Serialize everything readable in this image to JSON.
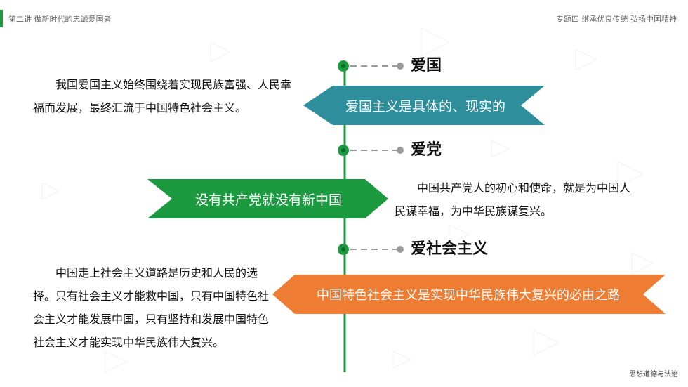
{
  "header": {
    "left_title": "第二讲 做新时代的忠诚爱国者",
    "right_title": "专题四 继承优良传统  弘扬中国精神"
  },
  "footer": {
    "label": "思想道德与法治"
  },
  "colors": {
    "green": "#1b9a3f",
    "teal": "#2f8e9c",
    "orange": "#ee7d33",
    "grey_connector": "#9a9a9a"
  },
  "sections": [
    {
      "node_label": "爱国",
      "banner_text": "爱国主义是具体的、现实的",
      "paragraph": "我国爱国主义始终围绕着实现民族富强、人民幸福而发展，最终汇流于中国特色社会主义。"
    },
    {
      "node_label": "爱党",
      "banner_text": "没有共产党就没有新中国",
      "paragraph": "中国共产党人的初心和使命，就是为中国人民谋幸福，为中华民族谋复兴。"
    },
    {
      "node_label": "爱社会主义",
      "banner_text": "中国特色社会主义是实现中华民族伟大复兴的必由之路",
      "paragraph": "中国走上社会主义道路是历史和人民的选择。只有社会主义才能救中国，只有中国特色社会主义才能发展中国，只有坚持和发展中国特色社会主义才能实现中华民族伟大复兴。"
    }
  ]
}
